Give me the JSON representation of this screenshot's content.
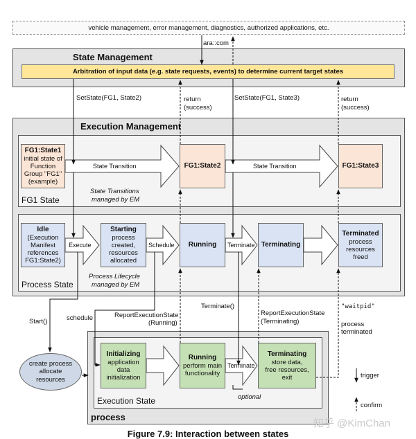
{
  "top_bar": {
    "text": "vehicle management, error management, diagnostics, authorized applications, etc."
  },
  "ara_com": "ara::com",
  "state_management": {
    "title": "State Management",
    "arbitration": "Arbitration of input data (e.g. state requests, events) to determine current target states"
  },
  "calls": {
    "set_state_1": "SetState(FG1, State2)",
    "set_state_2": "SetState(FG1, State3)",
    "return_line1": "return",
    "return_line2": "(success)",
    "start": "Start()",
    "schedule": "schedule",
    "report_running_1": "ReportExecutionState",
    "report_running_2": "(Running)",
    "terminate_call": "Terminate()",
    "report_terminating_1": "ReportExecutionState",
    "report_terminating_2": "(Terminating)",
    "waitpid": "\"waitpid\"",
    "process_terminated_1": "process",
    "process_terminated_2": "terminated"
  },
  "execution_management": {
    "title": "Execution Management",
    "fg1_state": {
      "label": "FG1 State",
      "state1": {
        "title": "FG1:State1",
        "lines": [
          "initial state of",
          "Function",
          "Group \"FG1\"",
          "(example)"
        ]
      },
      "state2": {
        "title": "FG1:State2"
      },
      "state3": {
        "title": "FG1:State3"
      },
      "transition_label": "State Transition",
      "note": [
        "State Transitions",
        "managed by EM"
      ]
    },
    "process_state": {
      "label": "Process State",
      "idle": {
        "title": "Idle",
        "lines": [
          "(Execution",
          "Manifest",
          "references",
          "FG1:State2)"
        ]
      },
      "starting": {
        "title": "Starting",
        "lines": [
          "process",
          "created,",
          "resources",
          "allocated"
        ]
      },
      "running": {
        "title": "Running"
      },
      "terminating": {
        "title": "Terminating"
      },
      "terminated": {
        "title": "Terminated",
        "lines": [
          "process",
          "resources",
          "freed"
        ]
      },
      "execute_label": "Execute",
      "schedule_label": "Schedule",
      "terminate_label": "Terminate",
      "note": [
        "Process Lifecycle",
        "managed by EM"
      ]
    }
  },
  "create_process": {
    "lines": [
      "create process",
      "allocate",
      "resources"
    ]
  },
  "process_panel": {
    "title": "process",
    "execution_state": {
      "label": "Execution State",
      "initializing": {
        "title": "Initializing",
        "lines": [
          "application",
          "data",
          "initialization"
        ]
      },
      "running": {
        "title": "Running",
        "lines": [
          "perform main",
          "functionality"
        ]
      },
      "terminating": {
        "title": "Terminating",
        "lines": [
          "store data,",
          "free resources,",
          "exit"
        ]
      },
      "terminate_label": "Terminate",
      "optional": "optional"
    }
  },
  "legend": {
    "trigger": "trigger",
    "confirm": "confirm"
  },
  "watermark": "知乎 @KimChan",
  "caption": "Figure 7.9: Interaction between states",
  "colors": {
    "orange": "#fbe5d6",
    "blue": "#dae3f3",
    "green": "#c5e0b4",
    "yellow": "#ffe699",
    "panel": "#e4e4e4"
  }
}
